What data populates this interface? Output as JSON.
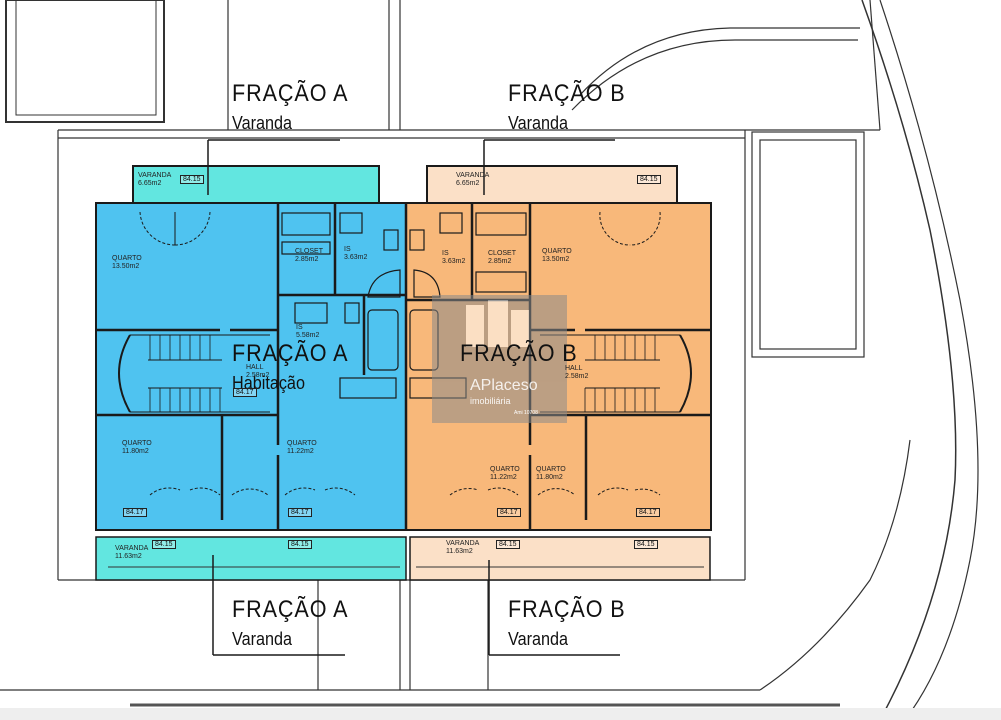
{
  "fracoes": {
    "a_top_title": "FRAÇÃO A",
    "a_top_sub": "Varanda",
    "b_top_title": "FRAÇÃO B",
    "b_top_sub": "Varanda",
    "a_center_title": "FRAÇÃO A",
    "a_center_sub": "Habitação",
    "b_center_title": "FRAÇÃO B",
    "a_bottom_title": "FRAÇÃO A",
    "a_bottom_sub": "Varanda",
    "b_bottom_title": "FRAÇÃO B",
    "b_bottom_sub": "Varanda"
  },
  "rooms_a": {
    "varanda_top": "VARANDA\n6.65m2",
    "quarto_main": "QUARTO\n13.50m2",
    "closet": "CLOSET\n2.85m2",
    "is_small": "IS\n3.63m2",
    "is_large": "IS\n5.58m2",
    "hall": "HALL\n2.58m2",
    "quarto_left": "QUARTO\n11.80m2",
    "quarto_right": "QUARTO\n11.22m2",
    "varanda_bottom": "VARANDA\n11.63m2"
  },
  "rooms_b": {
    "varanda_top": "VARANDA\n6.65m2",
    "quarto_main": "QUARTO\n13.50m2",
    "closet": "CLOSET\n2.85m2",
    "is_small": "IS\n3.63m2",
    "hall": "HALL\n2.58m2",
    "quarto_left": "QUARTO\n11.22m2",
    "quarto_right": "QUARTO\n11.80m2",
    "varanda_bottom": "VARANDA\n11.63m2"
  },
  "levels": {
    "l1": "84.15",
    "l2": "84.17"
  },
  "watermark": {
    "brand": "APlaceso",
    "tagline": "imobiliária",
    "ref": "Ami 10708"
  },
  "colors": {
    "fracao_a": "#4fc3f0",
    "fracao_b": "#f8b87a",
    "varanda_a": "#62e6e0",
    "varanda_b": "#fbe0c7",
    "walls": "#1a1a1a"
  }
}
